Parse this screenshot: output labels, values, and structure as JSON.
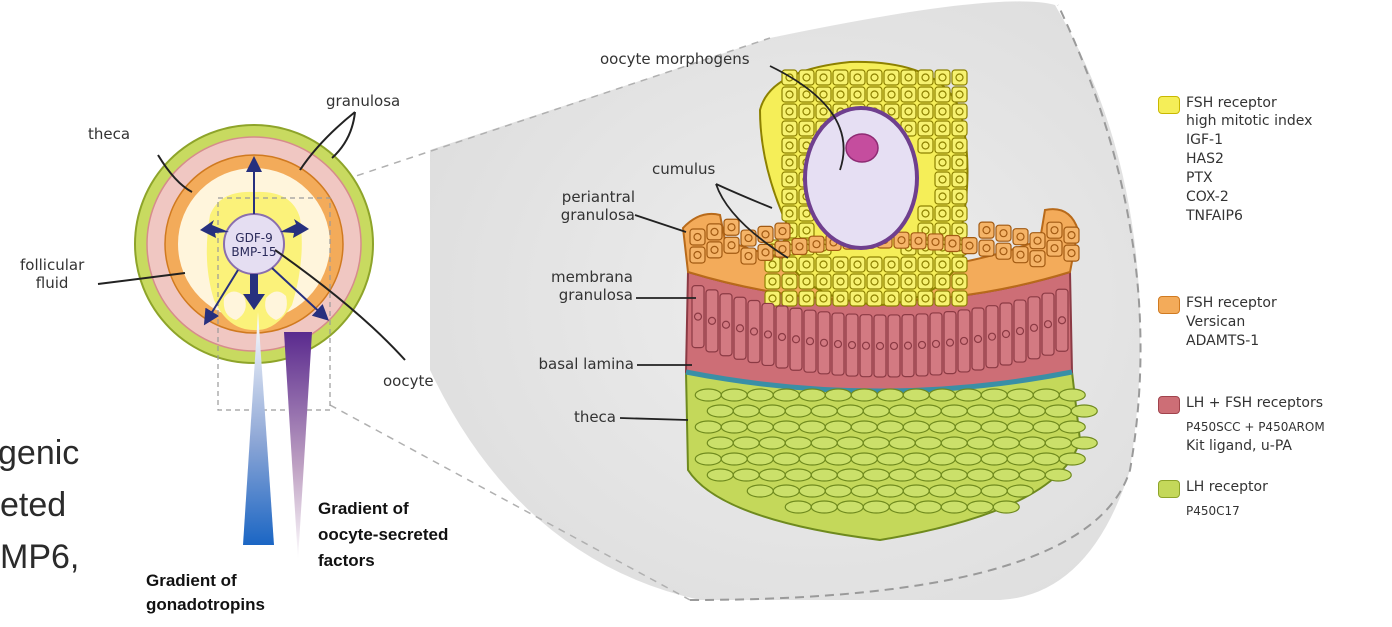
{
  "colors": {
    "yellow": "#f5ee58",
    "orange": "#f3ab5a",
    "red": "#cd6e76",
    "green": "#c4d85a",
    "blue_lamina": "#3a8fa6",
    "oocyte": "#e5def2",
    "nucleus": "#c54d9e",
    "arrow": "#27307e"
  },
  "follicle": {
    "theca": "theca",
    "granulosa": "granulosa",
    "follicular_fluid": "follicular\nfluid",
    "oocyte": "oocyte",
    "center_line1": "GDF-9",
    "center_line2": "BMP-15"
  },
  "detail": {
    "oocyte_morphogens": "oocyte morphogens",
    "cumulus": "cumulus",
    "periantral_granulosa": "periantral\ngranulosa",
    "membrana_granulosa": "membrana\ngranulosa",
    "basal_lamina": "basal lamina",
    "theca": "theca"
  },
  "gradients": {
    "gonadotropins": "Gradient of\ngonadotropins",
    "oocyte_secreted": "Gradient of\noocyte-secreted\nfactors"
  },
  "cutoff_text": {
    "line1": "genic",
    "line2": "eted",
    "line3": "MP6,"
  },
  "legend": [
    {
      "color": "#f5ee58",
      "border": "#c9b800",
      "lines": [
        "FSH receptor",
        "high mitotic index",
        "IGF-1",
        "HAS2",
        "PTX",
        "COX-2",
        "TNFAIP6"
      ]
    },
    {
      "color": "#f3ab5a",
      "border": "#d07a20",
      "lines": [
        "FSH receptor",
        "Versican",
        "ADAMTS-1"
      ]
    },
    {
      "color": "#cd6e76",
      "border": "#a0434c",
      "lines": [
        "LH + FSH receptors",
        "P450SCC + P450AROM",
        "Kit ligand, u-PA"
      ]
    },
    {
      "color": "#c4d85a",
      "border": "#8ea42a",
      "lines": [
        "LH receptor",
        "P450C17"
      ]
    }
  ]
}
